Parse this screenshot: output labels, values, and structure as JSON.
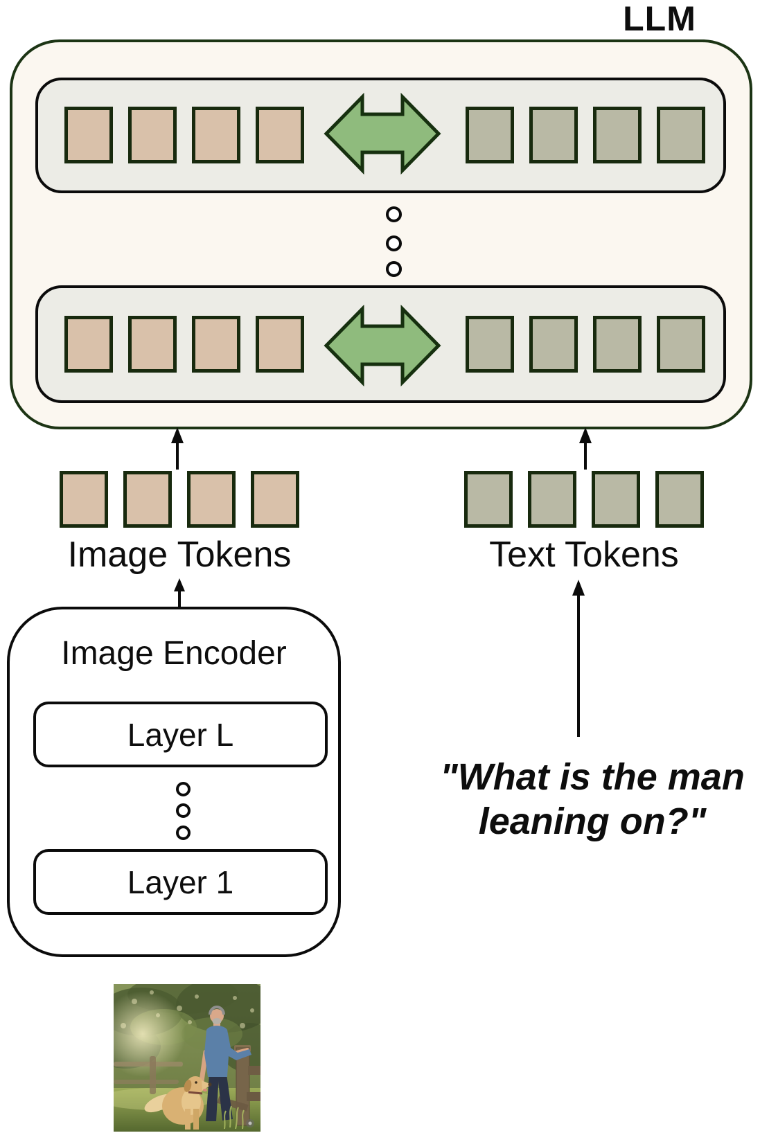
{
  "labels": {
    "llm": "LLM",
    "image_tokens": "Image Tokens",
    "text_tokens": "Text Tokens"
  },
  "encoder": {
    "title": "Image Encoder",
    "layer_top": "Layer L",
    "layer_bottom": "Layer 1"
  },
  "question": {
    "line1": "\"What is the man",
    "line2": "leaning on?\""
  },
  "tokens": {
    "rows_in_llm": 2,
    "image_per_group": 4,
    "text_per_group": 4
  },
  "photo": {
    "description": "Man in blue t-shirt leaning on a wooden fence with a golden retriever dog"
  },
  "colors": {
    "outer_fill": "#FBF7F0",
    "outer_border": "#1C3414",
    "row_fill": "#ECECE6",
    "row_border": "#0B0B0B",
    "img_token_fill": "#D9C1AA",
    "txt_token_fill": "#B9B9A5",
    "token_border": "#182A0E",
    "arrow_fill": "#8FBB7D",
    "arrow_border": "#16300F"
  }
}
